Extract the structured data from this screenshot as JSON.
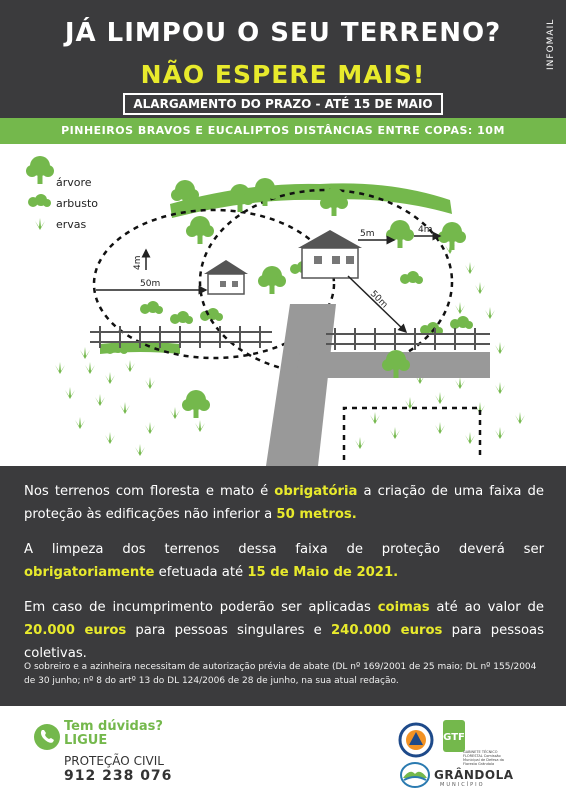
{
  "header": {
    "title": "JÁ LIMPOU O SEU TERRENO?",
    "subtitle": "NÃO ESPERE MAIS!",
    "banner": "ALARGAMENTO DO PRAZO - ATÉ 15 DE MAIO",
    "side_label": "INFOMAIL"
  },
  "green_bar": "PINHEIROS BRAVOS E EUCALIPTOS DISTÂNCIAS ENTRE COPAS: 10M",
  "legend": {
    "tree": "árvore",
    "shrub": "arbusto",
    "grass": "ervas"
  },
  "diagram_labels": {
    "height": "4m",
    "dist_50_left": "50m",
    "dist_5": "5m",
    "dist_4": "4m",
    "dist_50_diag": "50m"
  },
  "info": {
    "p1_a": "Nos terrenos com floresta e mato é ",
    "p1_b": "obrigatória",
    "p1_c": " a criação de uma faixa de proteção às edificações não inferior a ",
    "p1_d": "50 metros.",
    "p2_a": "A limpeza dos terrenos dessa faixa de proteção deverá ser ",
    "p2_b": "obrigatoriamente",
    "p2_c": " efetuada até ",
    "p2_d": "15 de Maio de 2021.",
    "p3_a": "Em caso de incumprimento poderão ser aplicadas ",
    "p3_b": "coimas",
    "p3_c": " até ao valor de ",
    "p3_d": "20.000 euros",
    "p3_e": " para pessoas singulares e ",
    "p3_f": "240.000 euros",
    "p3_g": " para pessoas coletivas.",
    "note": "O sobreiro e a azinheira necessitam de autorização prévia de abate (DL nº 169/2001 de 25 maio; DL nº 155/2004 de 30 junho; nº 8 do artº 13 do DL 124/2006 de 28 de junho, na sua atual redação."
  },
  "footer": {
    "question": "Tem dúvidas?",
    "call": "LIGUE",
    "service": "PROTEÇÃO CIVIL",
    "phone": "912 238 076",
    "gtf_text": "GABINETE TÉCNICO FLORESTAL Comissão Municipal de Defesa da Floresta Grândola",
    "municipality": "GRÂNDOLA",
    "municipio_label": "MUNICÍPIO"
  },
  "colors": {
    "dark": "#3b3b3d",
    "green": "#74b84c",
    "yellow": "#e8ea2c"
  }
}
